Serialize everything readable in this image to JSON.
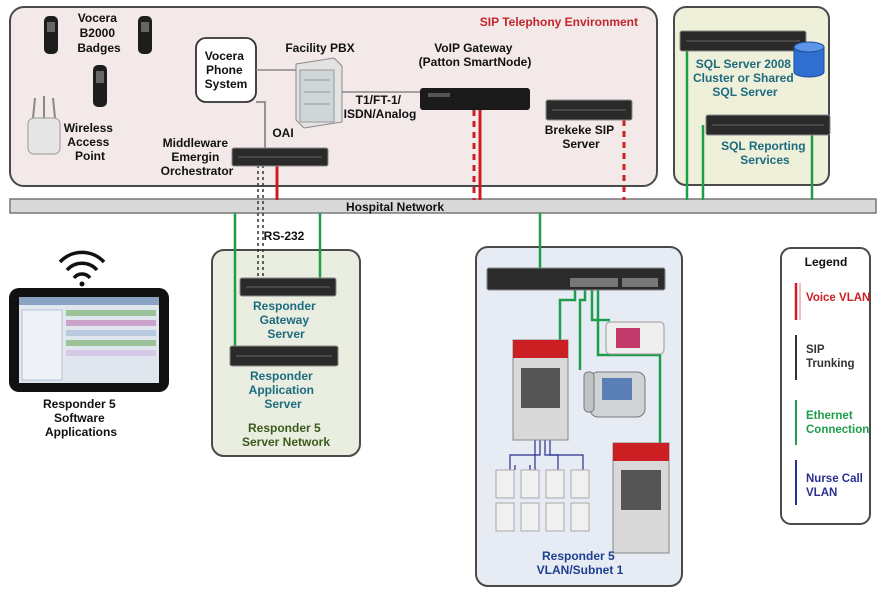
{
  "sip_env": {
    "title": "SIP Telephony Environment"
  },
  "vocera_badges": [
    "Vocera",
    "B2000",
    "Badges"
  ],
  "wireless_ap": [
    "Wireless",
    "Access",
    "Point"
  ],
  "vocera_phone": [
    "Vocera",
    "Phone",
    "System"
  ],
  "facility_pbx": {
    "label": "Facility PBX"
  },
  "voip_gateway": [
    "VoIP Gateway",
    "(Patton SmartNode)"
  ],
  "t1_label": [
    "T1/FT-1/",
    "ISDN/Analog"
  ],
  "brekeke": [
    "Brekeke SIP",
    "Server"
  ],
  "oai_label": "OAI",
  "middleware": [
    "Middleware",
    "Emergin",
    "Orchestrator"
  ],
  "sql_server": [
    "SQL Server 2008",
    "Cluster or Shared",
    "SQL Server"
  ],
  "sql_reporting": [
    "SQL Reporting",
    "Services"
  ],
  "hospital_network": "Hospital Network",
  "rs232": "RS-232",
  "responder_gateway": [
    "Responder",
    "Gateway",
    "Server"
  ],
  "responder_application": [
    "Responder",
    "Application",
    "Server"
  ],
  "server_network": [
    "Responder 5",
    "Server Network"
  ],
  "software": [
    "Responder 5",
    "Software",
    "Applications"
  ],
  "vlan_subnet": [
    "Responder 5",
    "VLAN/Subnet 1"
  ],
  "legend": {
    "title": "Legend",
    "items": [
      {
        "lines": [
          "Voice VLAN"
        ],
        "color": "#cc1f24"
      },
      {
        "lines": [
          "SIP",
          "Trunking"
        ],
        "color": "#333333"
      },
      {
        "lines": [
          "Ethernet",
          "Connection"
        ],
        "color": "#1e9e4a"
      },
      {
        "lines": [
          "Nurse Call",
          "VLAN"
        ],
        "color": "#2b2f8f"
      }
    ]
  },
  "colors": {
    "sip_env_fill": "#f3e9e9",
    "sql_fill": "#eff0da",
    "server_net_fill": "#e9eee0",
    "vlan_fill": "#e6ebf4",
    "title_red": "#c0262d",
    "teal_text": "#1d6b7f",
    "blue_text": "#1d3f8f",
    "green_text": "#3b5a1c",
    "voice": "#cc1f24",
    "ethernet": "#1e9e4a",
    "nurse_call": "#2b2f8f"
  }
}
